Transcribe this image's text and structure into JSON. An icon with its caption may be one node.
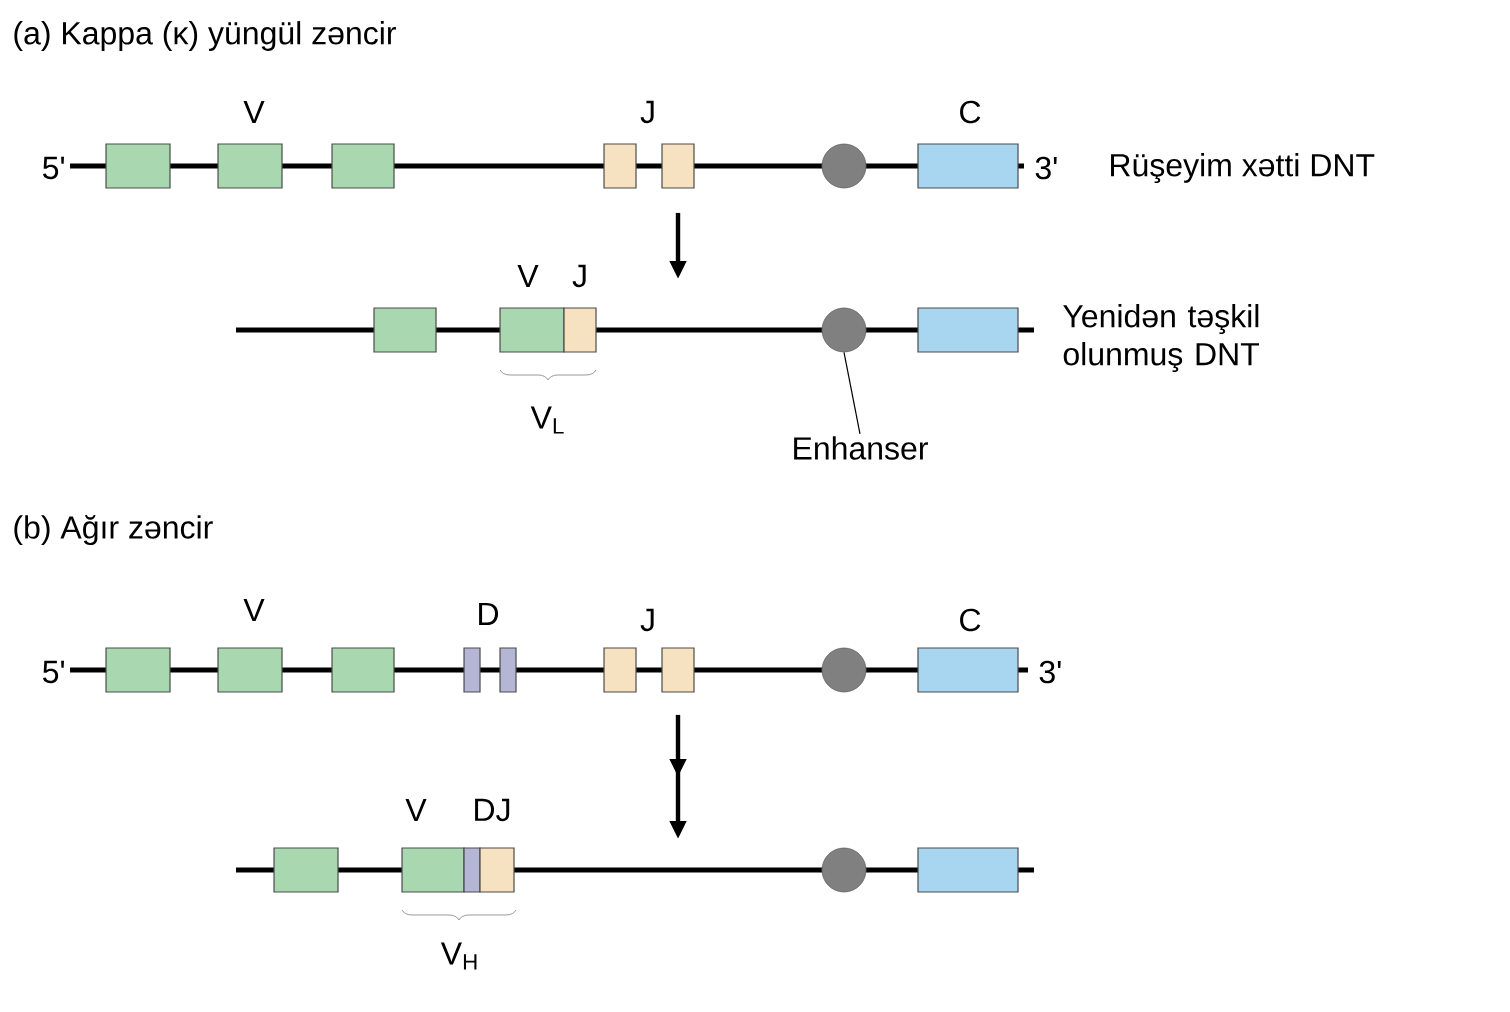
{
  "diagram": {
    "nodes": [
      {
        "text": [
          "5'",
          "3'"
        ],
        "beside": [
          "Rüşeyim xətti DNT"
        ]
      },
      {
        "text": [],
        "shape": "circle"
      },
      {
        "text": [],
        "shape": "bar",
        "beside": [
          "Yenidən təşkil olunmuş DNT"
        ]
      },
      {
        "text": [],
        "shape": "circle"
      },
      {
        "text": [
          "Enhanser"
        ]
      },
      {
        "text": [
          "5'",
          "3'"
        ]
      },
      {
        "text": [],
        "shape": "circle"
      },
      {
        "text": [],
        "shape": "bar"
      },
      {
        "text": [],
        "shape": "circle"
      }
    ],
    "edges": [
      {
        "from": 0,
        "to": 2,
        "arrow": "to"
      },
      {
        "from": 4,
        "to": 3,
        "arrow": "none"
      },
      {
        "from": 5,
        "to": 7,
        "arrow": "to"
      }
    ],
    "labels": [
      "(a) Kappa (κ) yüngül zəncir",
      "V",
      "J",
      "C",
      "V",
      "J",
      "V$_{L}$",
      "(b) Ağır zəncir",
      "V",
      "D",
      "J",
      "C",
      "V",
      "DJ",
      "V$_{H}$"
    ]
  }
}
